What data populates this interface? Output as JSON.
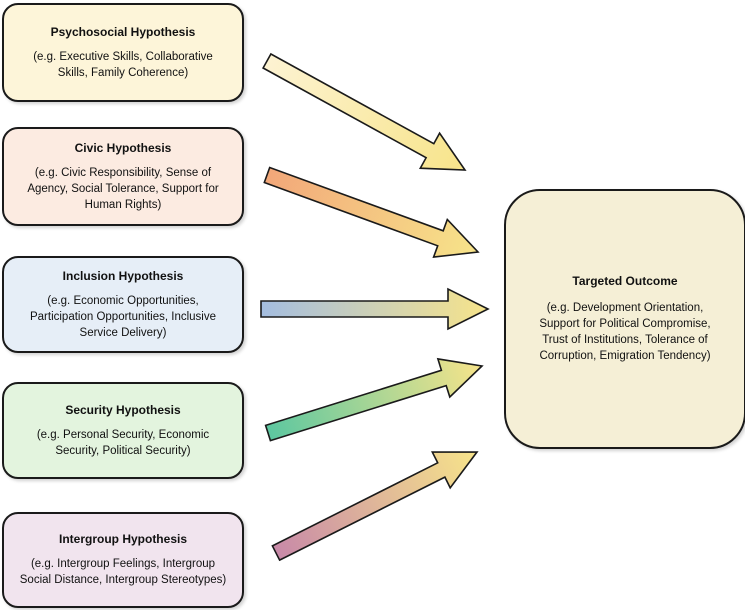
{
  "hypotheses": [
    {
      "title": "Psychosocial Hypothesis",
      "desc": [
        "(e.g. Executive Skills, Collaborative",
        "Skills, Family Coherence)"
      ]
    },
    {
      "title": "Civic Hypothesis",
      "desc": [
        "(e.g. Civic Responsibility, Sense of",
        "Agency, Social Tolerance, Support for",
        "Human Rights)"
      ]
    },
    {
      "title": "Inclusion Hypothesis",
      "desc": [
        "(e.g. Economic Opportunities,",
        "Participation Opportunities, Inclusive",
        "Service Delivery)"
      ]
    },
    {
      "title": "Security Hypothesis",
      "desc": [
        "(e.g. Personal Security, Economic",
        "Security, Political Security)"
      ]
    },
    {
      "title": "Intergroup Hypothesis",
      "desc": [
        "(e.g. Intergroup Feelings, Intergroup",
        "Social Distance, Intergroup Stereotypes)"
      ]
    }
  ],
  "outcome": {
    "title": "Targeted Outcome",
    "desc": [
      "(e.g. Development Orientation,",
      "Support for Political Compromise,",
      "Trust of Institutions, Tolerance of",
      "Corruption, Emigration Tendency)"
    ]
  },
  "colors": {
    "arrow_tip": "#f7e48a",
    "psychosocial": "#fdf5d9",
    "civic": "#f2a779",
    "inclusion": "#a4bde0",
    "security": "#5cc7a0",
    "intergroup": "#c889a8",
    "outcome": "#f5efd6"
  }
}
